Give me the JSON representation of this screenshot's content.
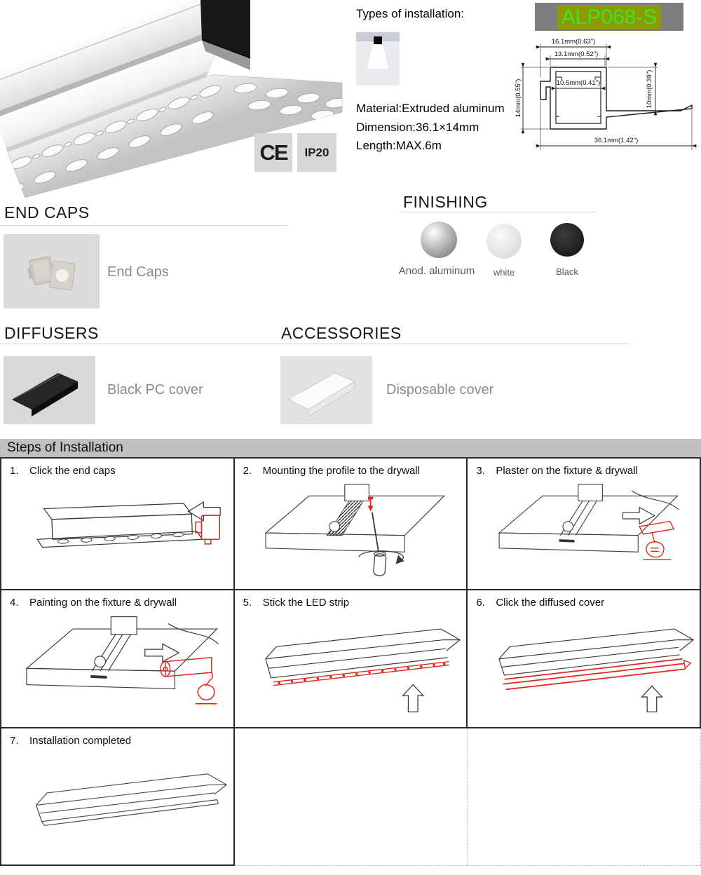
{
  "header": {
    "types_label": "Types of installation:",
    "model": "ALP068-S",
    "material": "Material:Extruded aluminum",
    "dimension": "Dimension:36.1×14mm",
    "length": "Length:MAX.6m",
    "cert_ce": "CE",
    "cert_ip": "IP20"
  },
  "drawing": {
    "dim_top": "16.1mm(0.63\")",
    "dim_inner_top": "13.1mm(0.52\")",
    "dim_channel": "10.5mm(0.41\")",
    "dim_height": "14mm(0.55\")",
    "dim_inner_height": "10mm(0.39\")",
    "dim_total": "36.1mm(1.42\")"
  },
  "end_caps": {
    "title": "END CAPS",
    "label": "End Caps"
  },
  "finishing": {
    "title": "FINISHING",
    "options": [
      {
        "label": "Anod. aluminum",
        "color": "#b9b9b9"
      },
      {
        "label": "white",
        "color": "#e6e6e6"
      },
      {
        "label": "Black",
        "color": "#1d1d1d"
      }
    ]
  },
  "diffusers": {
    "title": "DIFFUSERS",
    "label": "Black PC cover"
  },
  "accessories": {
    "title": "ACCESSORIES",
    "label": "Disposable cover"
  },
  "steps": {
    "title": "Steps of Installation",
    "items": [
      {
        "num": "1.",
        "label": "Click the end caps"
      },
      {
        "num": "2.",
        "label": "Mounting the profile to the drywall"
      },
      {
        "num": "3.",
        "label": "Plaster on the fixture & drywall"
      },
      {
        "num": "4.",
        "label": "Painting on the fixture & drywall"
      },
      {
        "num": "5.",
        "label": "Stick the LED strip"
      },
      {
        "num": "6.",
        "label": "Click the diffused cover"
      },
      {
        "num": "7.",
        "label": "Installation completed"
      }
    ]
  },
  "colors": {
    "accent_red": "#e3241d",
    "model_text": "#3fe231",
    "model_highlight": "#8d9b00",
    "steps_header_bg": "#c0c0c0"
  }
}
